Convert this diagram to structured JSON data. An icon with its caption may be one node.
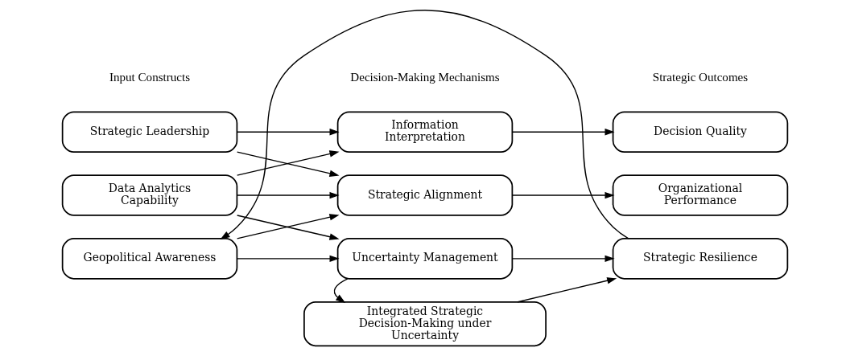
{
  "diagram": {
    "nodes": [
      {
        "text": [
          "Strategic Leadership"
        ]
      },
      {
        "text": [
          "Data Analytics Capability"
        ]
      },
      {
        "text": [
          "Geopolitical Awareness"
        ]
      },
      {
        "text": [
          "Information Interpretation"
        ]
      },
      {
        "text": [
          "Strategic Alignment"
        ]
      },
      {
        "text": [
          "Uncertainty Management"
        ]
      },
      {
        "text": [
          "Decision Quality"
        ]
      },
      {
        "text": [
          "Organizational Performance"
        ]
      },
      {
        "text": [
          "Strategic Resilience"
        ]
      },
      {
        "text": [
          "Integrated Strategic Decision-Making under Uncertainty"
        ]
      }
    ],
    "edges": [
      {
        "from": 0,
        "to": 3,
        "arrow": "to"
      },
      {
        "from": 0,
        "to": 4,
        "arrow": "to"
      },
      {
        "from": 1,
        "to": 3,
        "arrow": "to"
      },
      {
        "from": 1,
        "to": 4,
        "arrow": "to"
      },
      {
        "from": 1,
        "to": 5,
        "arrow": "to"
      },
      {
        "from": 2,
        "to": 4,
        "arrow": "to"
      },
      {
        "from": 2,
        "to": 5,
        "arrow": "to"
      },
      {
        "from": 3,
        "to": 6,
        "arrow": "to"
      },
      {
        "from": 4,
        "to": 7,
        "arrow": "to"
      },
      {
        "from": 5,
        "to": 8,
        "arrow": "to"
      },
      {
        "from": 5,
        "to": 9,
        "arrow": "to"
      },
      {
        "from": 9,
        "to": 8,
        "arrow": "to"
      },
      {
        "from": 8,
        "to": 2,
        "arrow": "to"
      }
    ],
    "labels": [
      "Input Constructs",
      "Decision-Making Mechanisms",
      "Strategic Outcomes"
    ]
  }
}
